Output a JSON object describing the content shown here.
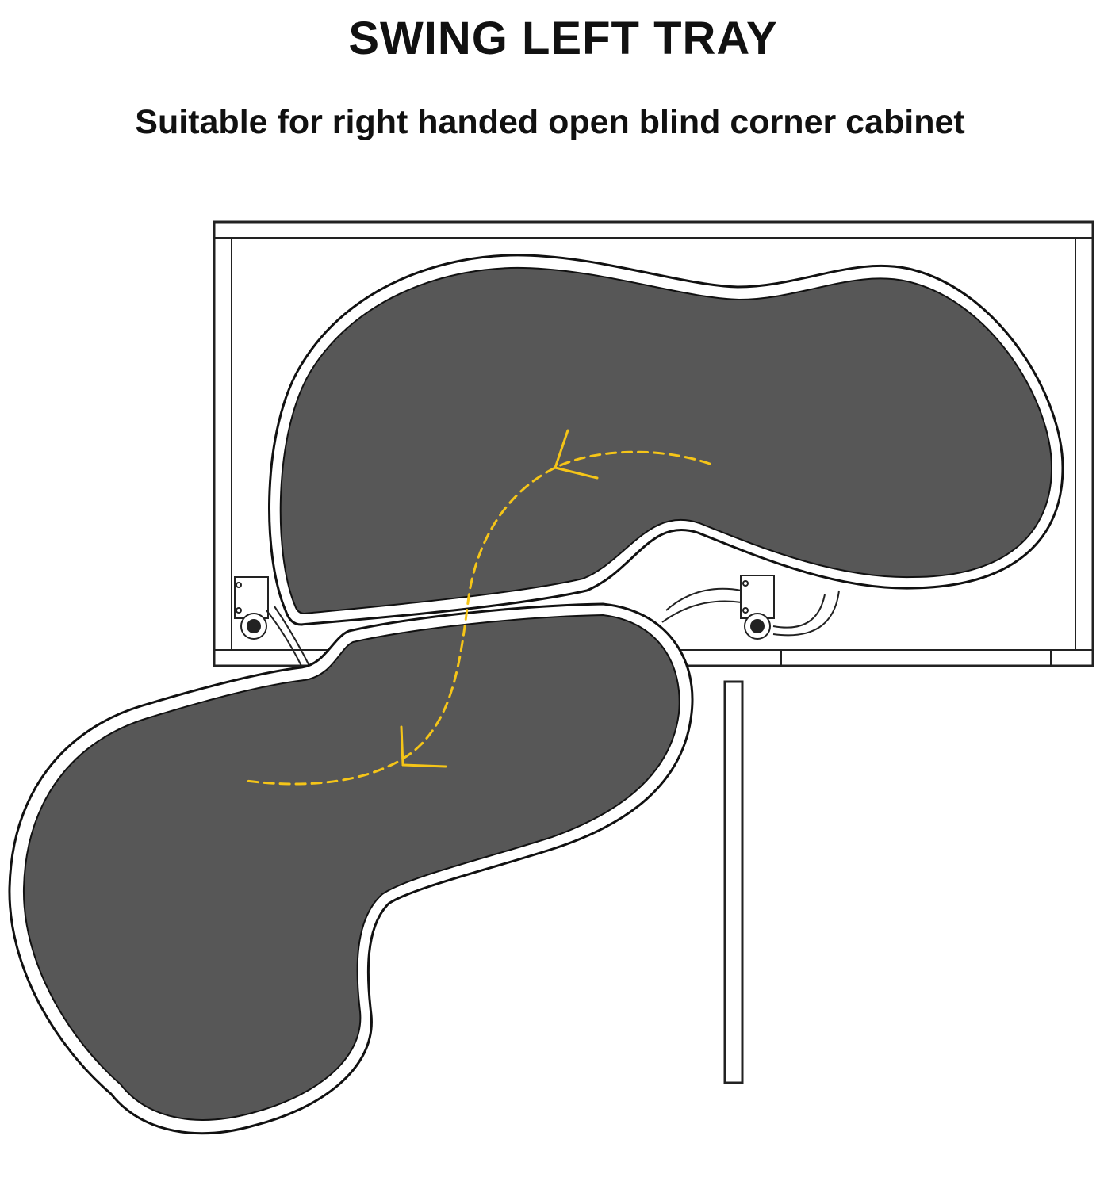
{
  "header": {
    "title": "SWING LEFT TRAY",
    "subtitle": "Suitable for right handed open blind corner cabinet"
  },
  "colors": {
    "title_bg": "#FFDD00",
    "tray_fill": "#575757",
    "tray_outline": "#111111",
    "arrow": "#F5C518",
    "cabinet_line": "#222222"
  },
  "icons": {
    "tray_top": "kidney-tray",
    "tray_bottom": "kidney-tray",
    "swing_arrow": "dashed-curved-arrow"
  }
}
